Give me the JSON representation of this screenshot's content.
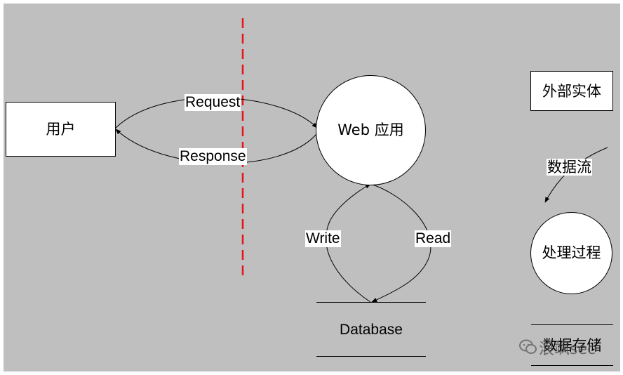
{
  "diagram": {
    "user_label": "用户",
    "web_app_label": "Web 应用",
    "request_label": "Request",
    "response_label": "Response",
    "write_label": "Write",
    "read_label": "Read",
    "database_label": "Database"
  },
  "legend": {
    "external_entity": "外部实体",
    "data_flow": "数据流",
    "process": "处理过程",
    "data_store": "数据存储"
  },
  "watermark": {
    "text": "浪飒sec",
    "icon": "wechat-icon"
  },
  "colors": {
    "background": "#bfbfbf",
    "trust_boundary": "#e8141c"
  }
}
